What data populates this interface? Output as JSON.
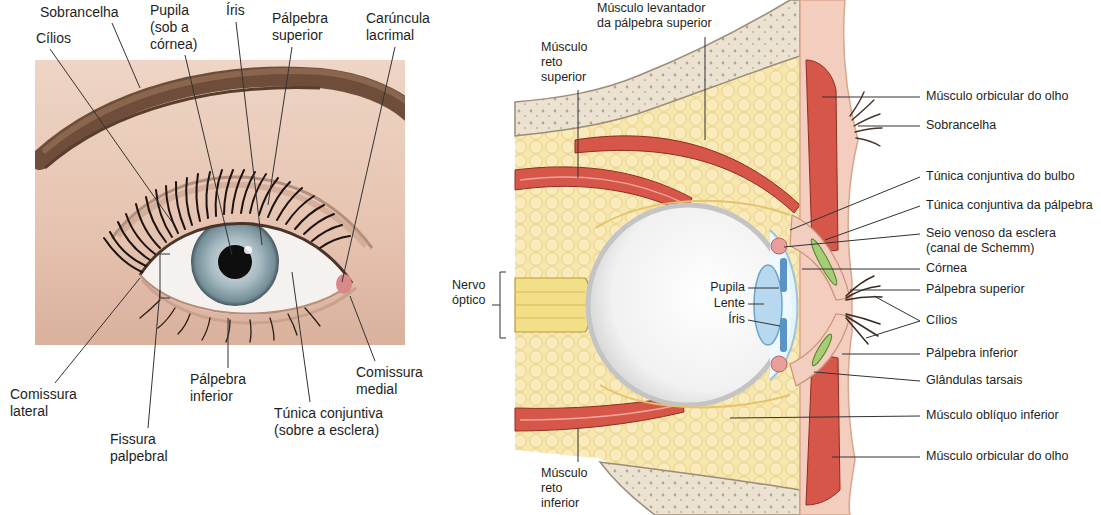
{
  "diagram": {
    "labels": [
      "Sobrancelha",
      "Cílios",
      "Pupila (sob a córnea)",
      "Íris",
      "Pálpebra superior",
      "Carúncula lacrimal",
      "Comissura lateral",
      "Fissura palpebral",
      "Pálpebra inferior",
      "Túnica conjuntiva (sobre a esclera)",
      "Comissura medial",
      "Músculo levantador da pálpebra superior",
      "Músculo reto superior",
      "Músculo orbicular do olho",
      "Sobrancelha",
      "Túnica conjuntiva do bulbo",
      "Túnica conjuntiva da pálpebra",
      "Seio venoso da esclera (canal de Schemm)",
      "Nervo óptico",
      "Córnea",
      "Pupila",
      "Pálpebra superior",
      "Lente",
      "Íris",
      "Cílios",
      "Pálpebra inferior",
      "Glândulas tarsais",
      "Músculo oblíquo inferior",
      "Músculo orbicular do olho",
      "Músculo reto inferior"
    ]
  }
}
